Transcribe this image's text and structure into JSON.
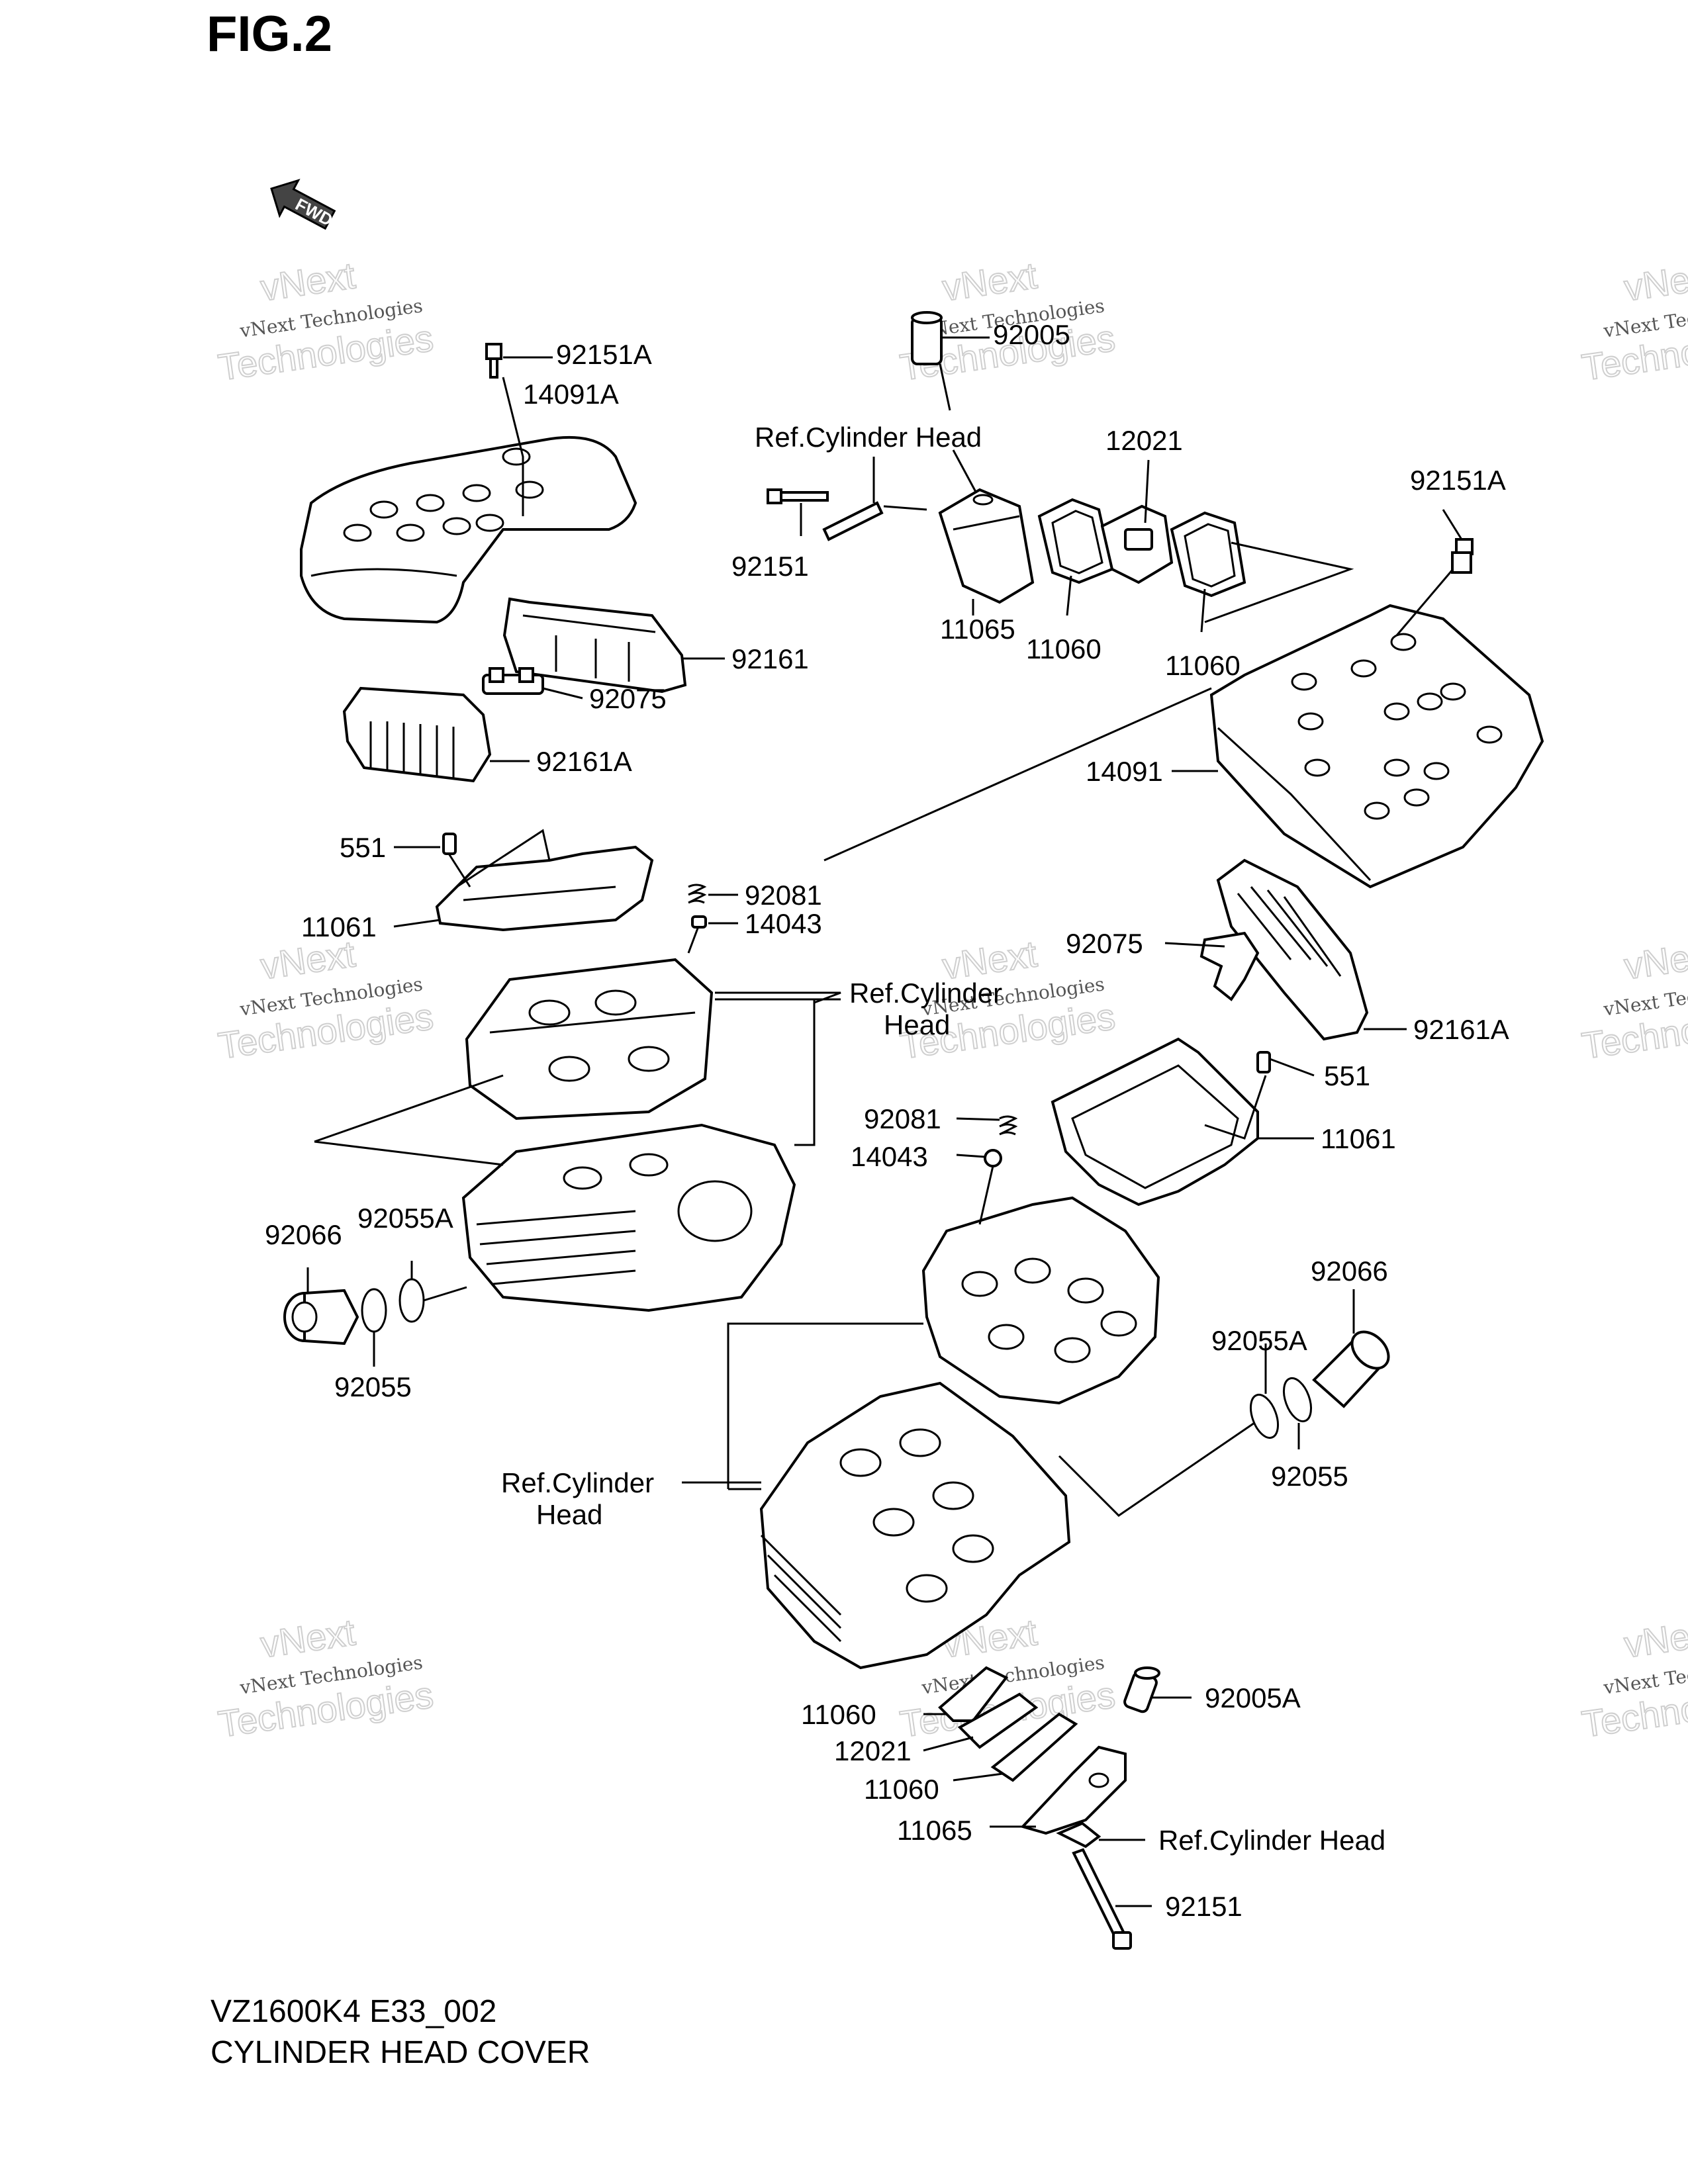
{
  "figure": {
    "title": "FIG.2",
    "fwd_label": "FWD"
  },
  "footer": {
    "model": "VZ1600K4 E33_002",
    "title": "CYLINDER HEAD COVER"
  },
  "watermark": {
    "line1": "vNext Technologies",
    "line2": "vNext",
    "line3": "Technologies"
  },
  "labels": {
    "l_92151A_a": "92151A",
    "l_14091A": "14091A",
    "l_92005": "92005",
    "l_ref_top": "Ref.Cylinder Head",
    "l_12021_a": "12021",
    "l_92151A_b": "92151A",
    "l_92151_a": "92151",
    "l_11065_a": "11065",
    "l_11060_a": "11060",
    "l_11060_b": "11060",
    "l_92161": "92161",
    "l_92075_a": "92075",
    "l_92161A_a": "92161A",
    "l_14091": "14091",
    "l_551_a": "551",
    "l_92081_a": "92081",
    "l_11061_a": "11061",
    "l_14043_a": "14043",
    "l_92075_b": "92075",
    "l_ref_mid_1": "Ref.Cylinder",
    "l_ref_mid_2": "Head",
    "l_92161A_b": "92161A",
    "l_551_b": "551",
    "l_92081_b": "92081",
    "l_11061_b": "11061",
    "l_14043_b": "14043",
    "l_92066_a": "92066",
    "l_92055A_a": "92055A",
    "l_92055_a": "92055",
    "l_92066_b": "92066",
    "l_92055A_b": "92055A",
    "l_92055_b": "92055",
    "l_ref_low_1": "Ref.Cylinder",
    "l_ref_low_2": "Head",
    "l_11060_c": "11060",
    "l_92005A": "92005A",
    "l_12021_b": "12021",
    "l_11060_d": "11060",
    "l_11065_b": "11065",
    "l_ref_bottom": "Ref.Cylinder Head",
    "l_92151_b": "92151"
  }
}
